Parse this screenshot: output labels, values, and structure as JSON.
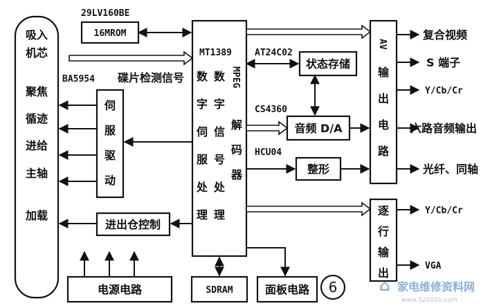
{
  "figure_number": "6",
  "blocks": {
    "rom_chip": "29LV160BE",
    "rom": "16MROM",
    "decoder_chip": "MT1389",
    "mpeg_decoder_vertical": "MPEG解码器",
    "digital_signal_processing": "数字信号处理",
    "digital_servo_processing": "数字伺服处理",
    "loader": "吸入机芯",
    "loader_functions": [
      "聚焦",
      "循迹",
      "进给",
      "主轴",
      "加载"
    ],
    "servo_chip": "BA5954",
    "disc_detect_signal": "碟片检测信号",
    "servo_drive": "伺服驱动",
    "tray_control": "进出仓控制",
    "power_circuit": "电源电路",
    "sdram": "SDRAM",
    "panel_circuit": "面板电路",
    "eeprom_chip": "AT24C02",
    "state_storage": "状态存储",
    "dac_chip": "CS4360",
    "audio_dac": "音频 D/A",
    "shaper_chip": "HCU04",
    "shaper": "整形",
    "av_output": "AV输出电路",
    "progressive_output": "逐行输出"
  },
  "outputs": {
    "composite": "复合视频",
    "s_video": "S 端子",
    "ycbcr_av": "Y/Cb/Cr",
    "six_channel": "六路音频输出",
    "optical_coax": "光纤、同轴",
    "ycbcr_progressive": "Y/Cb/Cr",
    "vga": "VGA"
  },
  "watermark": {
    "text": "家电维修资料网",
    "url": "www.520101.com"
  }
}
